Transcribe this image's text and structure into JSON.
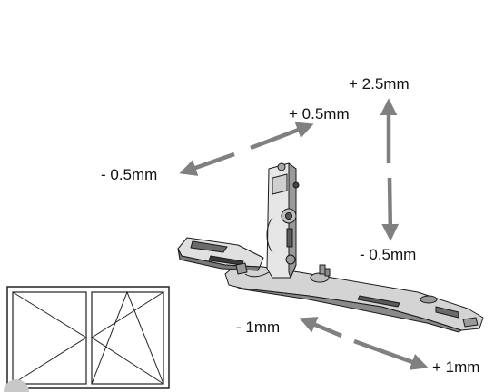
{
  "adjustments": {
    "side_plus": "+ 0.5mm",
    "side_minus": "- 0.5mm",
    "height_plus": "+ 2.5mm",
    "height_minus": "- 0.5mm",
    "depth_minus": "- 1mm",
    "depth_plus": "+ 1mm"
  },
  "colors": {
    "arrow": "#808080",
    "metal_light": "#d4d4d4",
    "metal_mid": "#a8a8a8",
    "metal_dark": "#5a5a5a",
    "outline": "#1a1a1a",
    "window_frame": "#222222"
  },
  "icons": {
    "window_symbol": "casement-tilt-turn-window-icon"
  }
}
